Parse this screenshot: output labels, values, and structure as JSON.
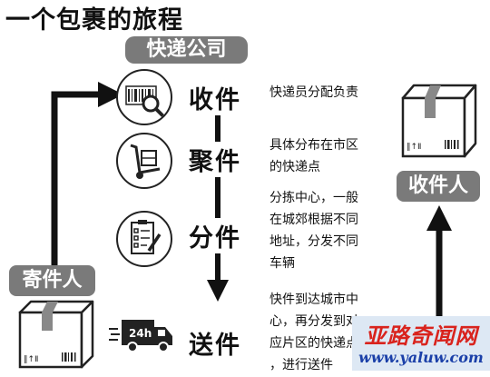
{
  "title": "一个包裹的旅程",
  "company_label": "快递公司",
  "sender_label": "寄件人",
  "receiver_label": "收件人",
  "stages": [
    {
      "name": "收件",
      "icon": "barcode-magnifier-icon",
      "desc": [
        "快递员分配负责"
      ]
    },
    {
      "name": "聚件",
      "icon": "hand-truck-icon",
      "desc": [
        "具体分布在市区",
        "的快递点"
      ]
    },
    {
      "name": "分件",
      "icon": "clipboard-checklist-icon",
      "desc": [
        "分拣中心，一般",
        "在城郊根据不同",
        "地址，分发不同",
        "车辆"
      ]
    },
    {
      "name": "送件",
      "icon": "delivery-truck-icon",
      "desc": [
        "快件到达城市中",
        "心，再分发到对",
        "应片区的快递点",
        "，进行送件"
      ]
    }
  ],
  "truck_badge": "24h",
  "box_marks": "‖↑Ⅱ",
  "watermark": {
    "title": "亚路奇闻网",
    "url": "www.yaluw.com"
  },
  "colors": {
    "label_bg": "#7a7a7a",
    "arrow": "#111111",
    "watermark_red": "#d9231d",
    "watermark_blue": "#1a3fa8"
  }
}
